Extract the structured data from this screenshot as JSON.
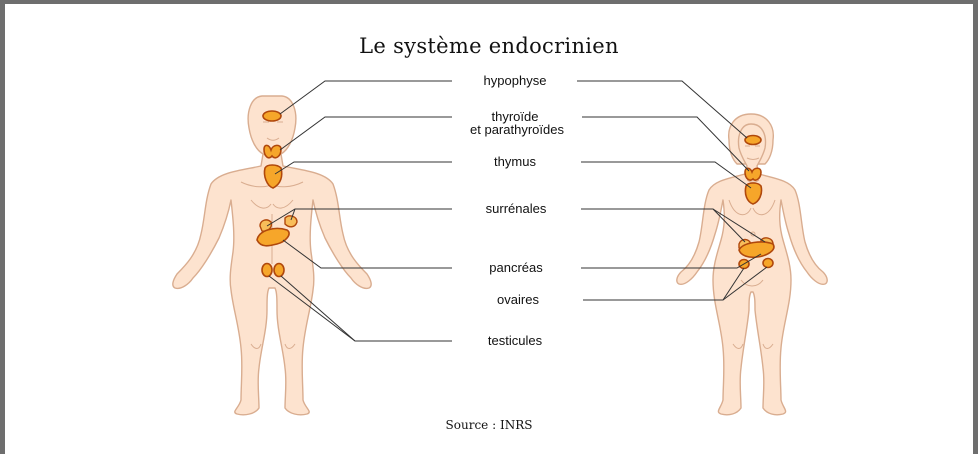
{
  "title": "Le système endocrinien",
  "source": "Source : INRS",
  "glands": {
    "hypophyse": "hypophyse",
    "thyroide_line1": "thyroïde",
    "thyroide_line2": "et parathyroïdes",
    "thymus": "thymus",
    "surrenales": "surrénales",
    "pancreas": "pancréas",
    "ovaires": "ovaires",
    "testicules": "testicules"
  },
  "colors": {
    "gland": "#f6a62a",
    "gland_outline": "#b0480c",
    "skin": "#fde3cf",
    "frame": "#6e6e6e"
  }
}
